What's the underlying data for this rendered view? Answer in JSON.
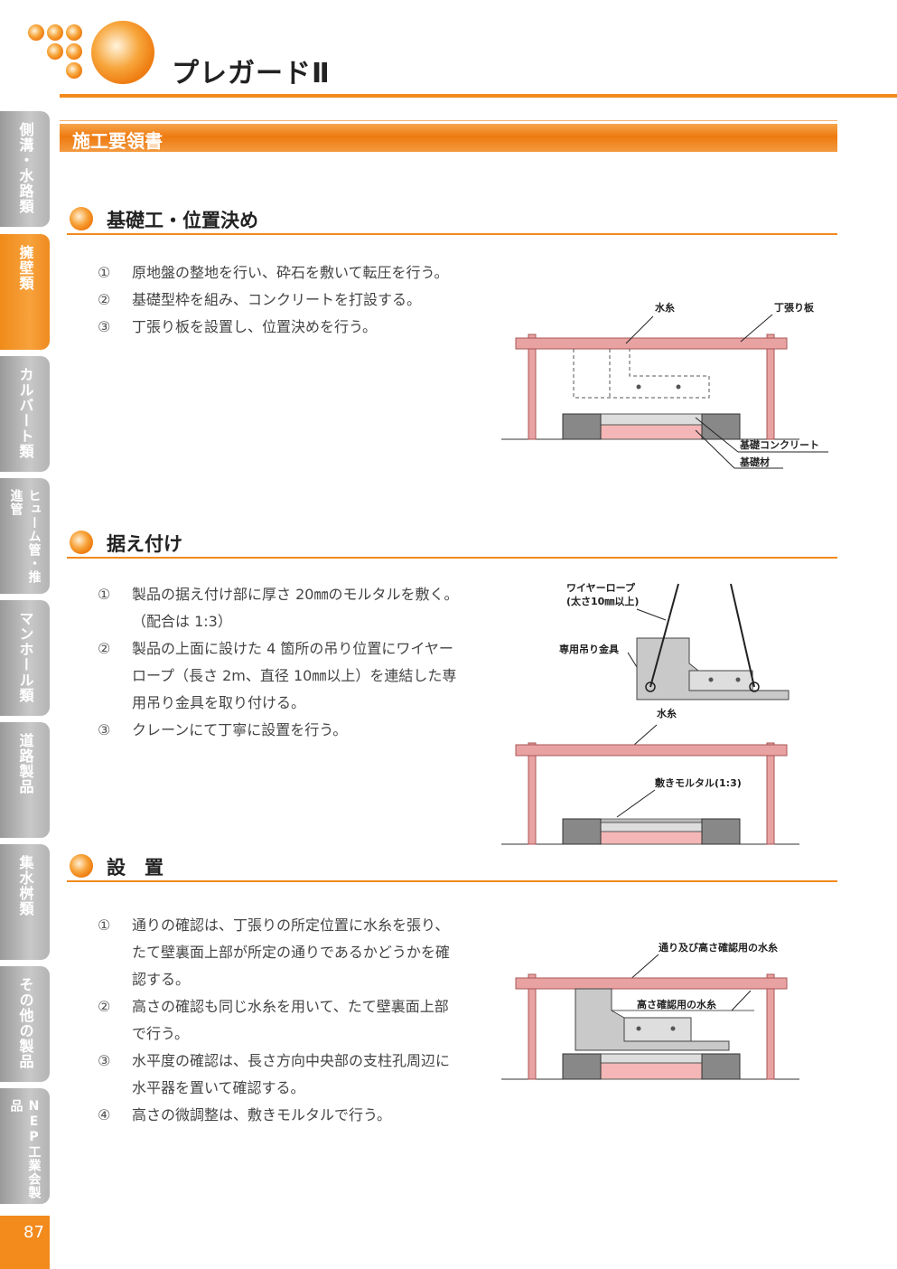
{
  "header": {
    "title": "プレガードⅡ"
  },
  "sidebar": {
    "tabs": [
      {
        "label": "側溝・水路類",
        "active": false
      },
      {
        "label": "擁壁類",
        "active": true
      },
      {
        "label": "カルバート類",
        "active": false
      },
      {
        "label": "ヒューム管・推進管",
        "active": false
      },
      {
        "label": "マンホール類",
        "active": false
      },
      {
        "label": "道路製品",
        "active": false
      },
      {
        "label": "集水桝類",
        "active": false
      },
      {
        "label": "その他の製品",
        "active": false
      },
      {
        "label": "NEP工業会製品",
        "active": false
      }
    ],
    "page_number": "87"
  },
  "band": {
    "label": "施工要領書"
  },
  "sections": [
    {
      "title": "基礎工・位置決め",
      "steps": [
        {
          "num": "①",
          "text": "原地盤の整地を行い、砕石を敷いて転圧を行う。"
        },
        {
          "num": "②",
          "text": "基礎型枠を組み、コンクリートを打設する。"
        },
        {
          "num": "③",
          "text": "丁張り板を設置し、位置決めを行う。"
        }
      ],
      "figure": {
        "labels": [
          "水糸",
          "丁張り板",
          "基礎コンクリート",
          "基礎材"
        ]
      }
    },
    {
      "title": "据え付け",
      "steps": [
        {
          "num": "①",
          "text": "製品の据え付け部に厚さ 20㎜のモルタルを敷く。（配合は 1:3）"
        },
        {
          "num": "②",
          "text": "製品の上面に設けた 4 箇所の吊り位置にワイヤーロープ（長さ 2m、直径 10㎜以上）を連結した専用吊り金具を取り付ける。"
        },
        {
          "num": "③",
          "text": "クレーンにて丁寧に設置を行う。"
        }
      ],
      "figure": {
        "labels": [
          "ワイヤーロープ",
          "(太さ10㎜以上)",
          "専用吊り金具",
          "水糸",
          "敷きモルタル(1:3)"
        ]
      }
    },
    {
      "title": "設　置",
      "steps": [
        {
          "num": "①",
          "text": "通りの確認は、丁張りの所定位置に水糸を張り、たて壁裏面上部が所定の通りであるかどうかを確認する。"
        },
        {
          "num": "②",
          "text": "高さの確認も同じ水糸を用いて、たて壁裏面上部で行う。"
        },
        {
          "num": "③",
          "text": "水平度の確認は、長さ方向中央部の支柱孔周辺に水平器を置いて確認する。"
        },
        {
          "num": "④",
          "text": "高さの微調整は、敷きモルタルで行う。"
        }
      ],
      "figure": {
        "labels": [
          "通り及び高さ確認用の水糸",
          "高さ確認用の水糸"
        ]
      }
    }
  ],
  "colors": {
    "accent": "#f28a1c",
    "tab_gray": "#b0b0b0",
    "post_pink": "#e8a2a2"
  }
}
